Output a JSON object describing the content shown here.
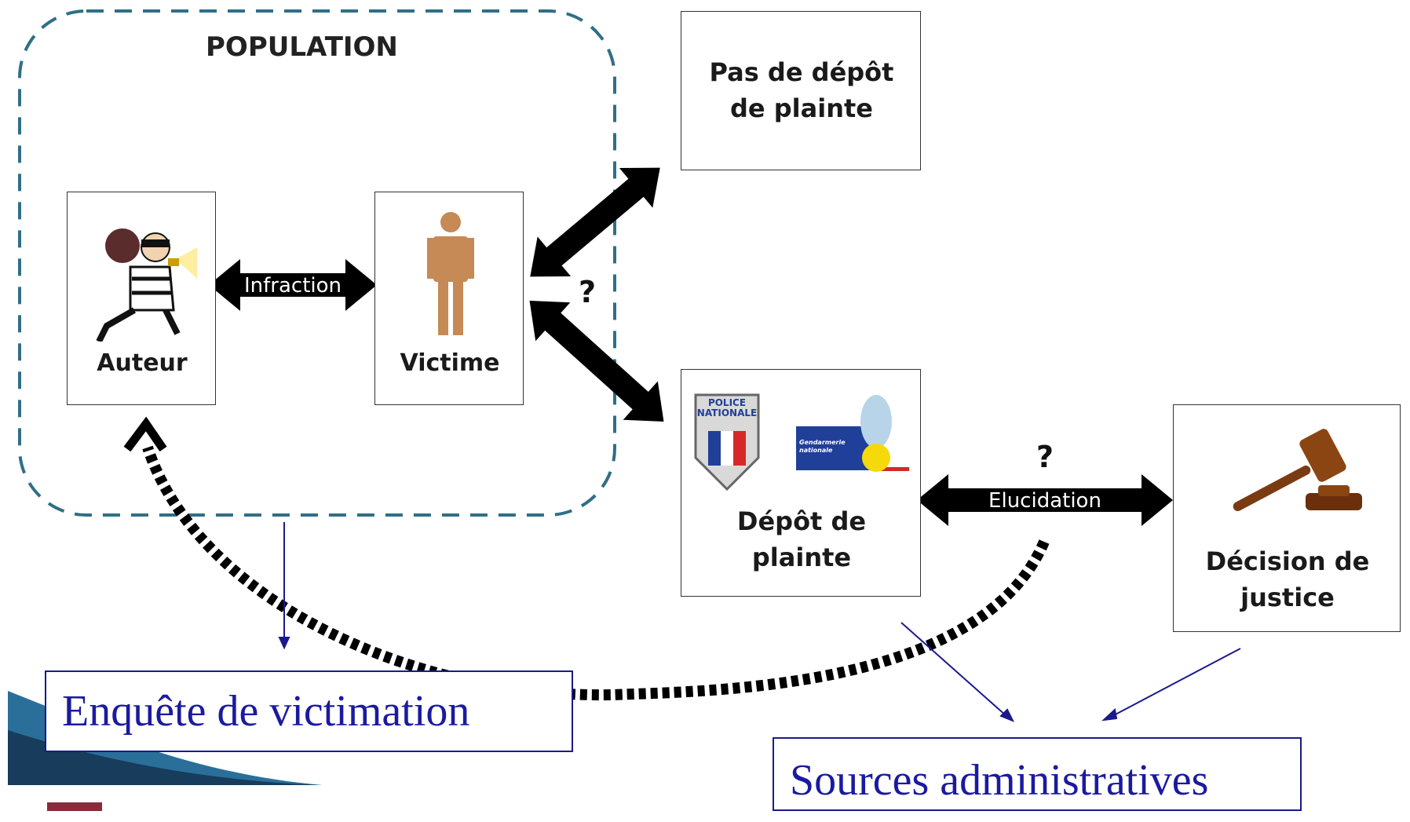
{
  "population": {
    "title": "POPULATION"
  },
  "nodes": {
    "auteur": "Auteur",
    "victime": "Victime",
    "pas_depot": "Pas de dépôt de plainte",
    "depot": "Dépôt de plainte",
    "decision": "Décision de justice"
  },
  "arrows": {
    "infraction": "Infraction",
    "elucidation": "Elucidation",
    "question_1": "?",
    "question_2": "?"
  },
  "logos": {
    "police_line1": "POLICE",
    "police_line2": "NATIONALE",
    "gendarmerie_line1": "Gendarmerie",
    "gendarmerie_line2": "nationale"
  },
  "sources": {
    "victimation": "Enquête de victimation",
    "administratives": "Sources administratives"
  },
  "colors": {
    "dashed_border": "#2f6f86",
    "arrow_fill": "#000000",
    "source_blue": "#1a1a8c",
    "victim_figure": "#c58a55"
  }
}
